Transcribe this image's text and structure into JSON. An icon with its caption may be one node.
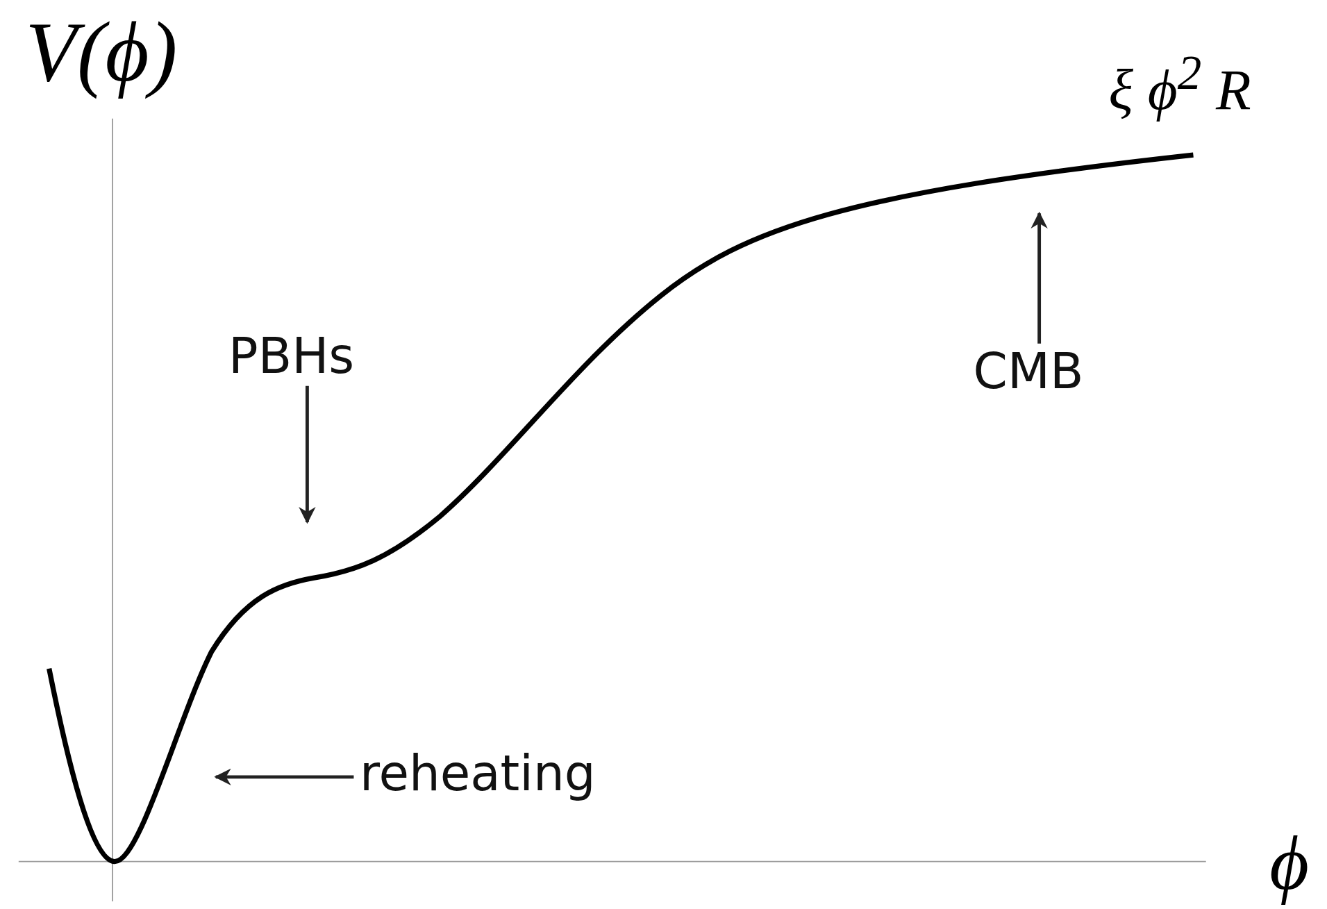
{
  "diagram": {
    "nodes": [
      {
        "text": [
          "PBHs"
        ]
      },
      {
        "text": [
          "CMB"
        ]
      },
      {
        "text": [
          "reheating"
        ]
      }
    ],
    "edges": [
      {
        "from": 0,
        "to": null,
        "arrow": "to"
      },
      {
        "from": 1,
        "to": null,
        "arrow": "to"
      },
      {
        "from": 2,
        "to": null,
        "arrow": "to"
      }
    ],
    "labels": [
      "V(ϕ)",
      "ξ ϕ$^{2}$ R",
      "ϕ"
    ]
  }
}
